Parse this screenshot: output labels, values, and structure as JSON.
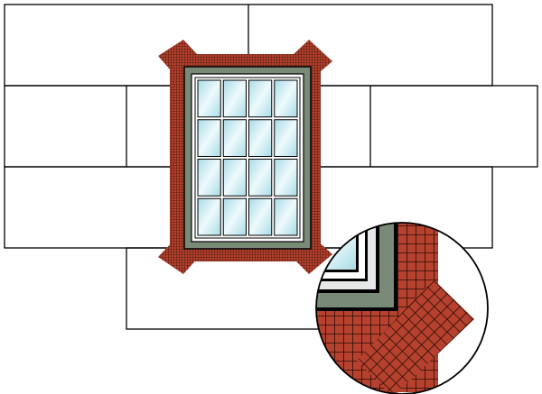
{
  "colors": {
    "brick": "#b5412e",
    "brick_grid": "#3a1208",
    "frame": "#7a8a78",
    "glass_light": "#e8f7fb",
    "glass_dark": "#a9dbe6",
    "sash": "#ffffff",
    "outline": "#000000"
  },
  "window": {
    "pane_columns": 4,
    "pane_rows": 4
  },
  "detail_callout": {
    "shape": "circle",
    "shows": "corner-detail-magnified"
  }
}
